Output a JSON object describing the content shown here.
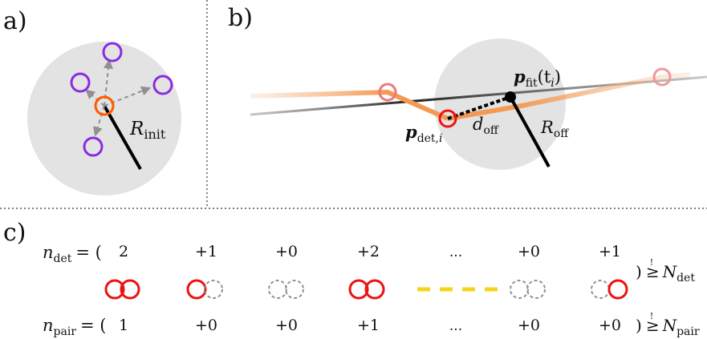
{
  "panels": {
    "a": {
      "label": "a)",
      "radius_label": "R",
      "radius_sub": "init"
    },
    "b": {
      "label": "b)",
      "fit_point_label": "p",
      "fit_point_sub": "fit",
      "fit_point_arg": "(t",
      "fit_point_arg_sub": "i",
      "fit_point_close": ")",
      "det_point_label": "p",
      "det_point_sub": "det,",
      "det_point_sub_i": "i",
      "offset_label": "d",
      "offset_sub": "off",
      "radius_label": "R",
      "radius_sub": "off"
    },
    "c": {
      "label": "c)",
      "ndet": {
        "symbol": "n",
        "sub": "det",
        "prefix": "= (",
        "values": [
          "2",
          "+1",
          "+0",
          "+2",
          "...",
          "+0",
          "+1"
        ],
        "close": ")",
        "relation": "≥",
        "relation_mark": "!",
        "threshold": "N",
        "threshold_sub": "det"
      },
      "npair": {
        "symbol": "n",
        "sub": "pair",
        "prefix": "= (",
        "values": [
          "1",
          "+0",
          "+0",
          "+1",
          "...",
          "+0",
          "+0"
        ],
        "close": ")",
        "relation": "≥",
        "relation_mark": "!",
        "threshold": "N",
        "threshold_sub": "pair"
      }
    }
  },
  "colors": {
    "circle_fill": "#e3e3e3",
    "purple": "#8a2be2",
    "orange": "#ff5a00",
    "red": "#ee1111",
    "pink": "#ee7777",
    "track_orange": "#f29a55",
    "fit_line": "#777777",
    "dashed_gray": "#909090",
    "track_start": "#e8241c",
    "track_end": "#f5e21a"
  }
}
